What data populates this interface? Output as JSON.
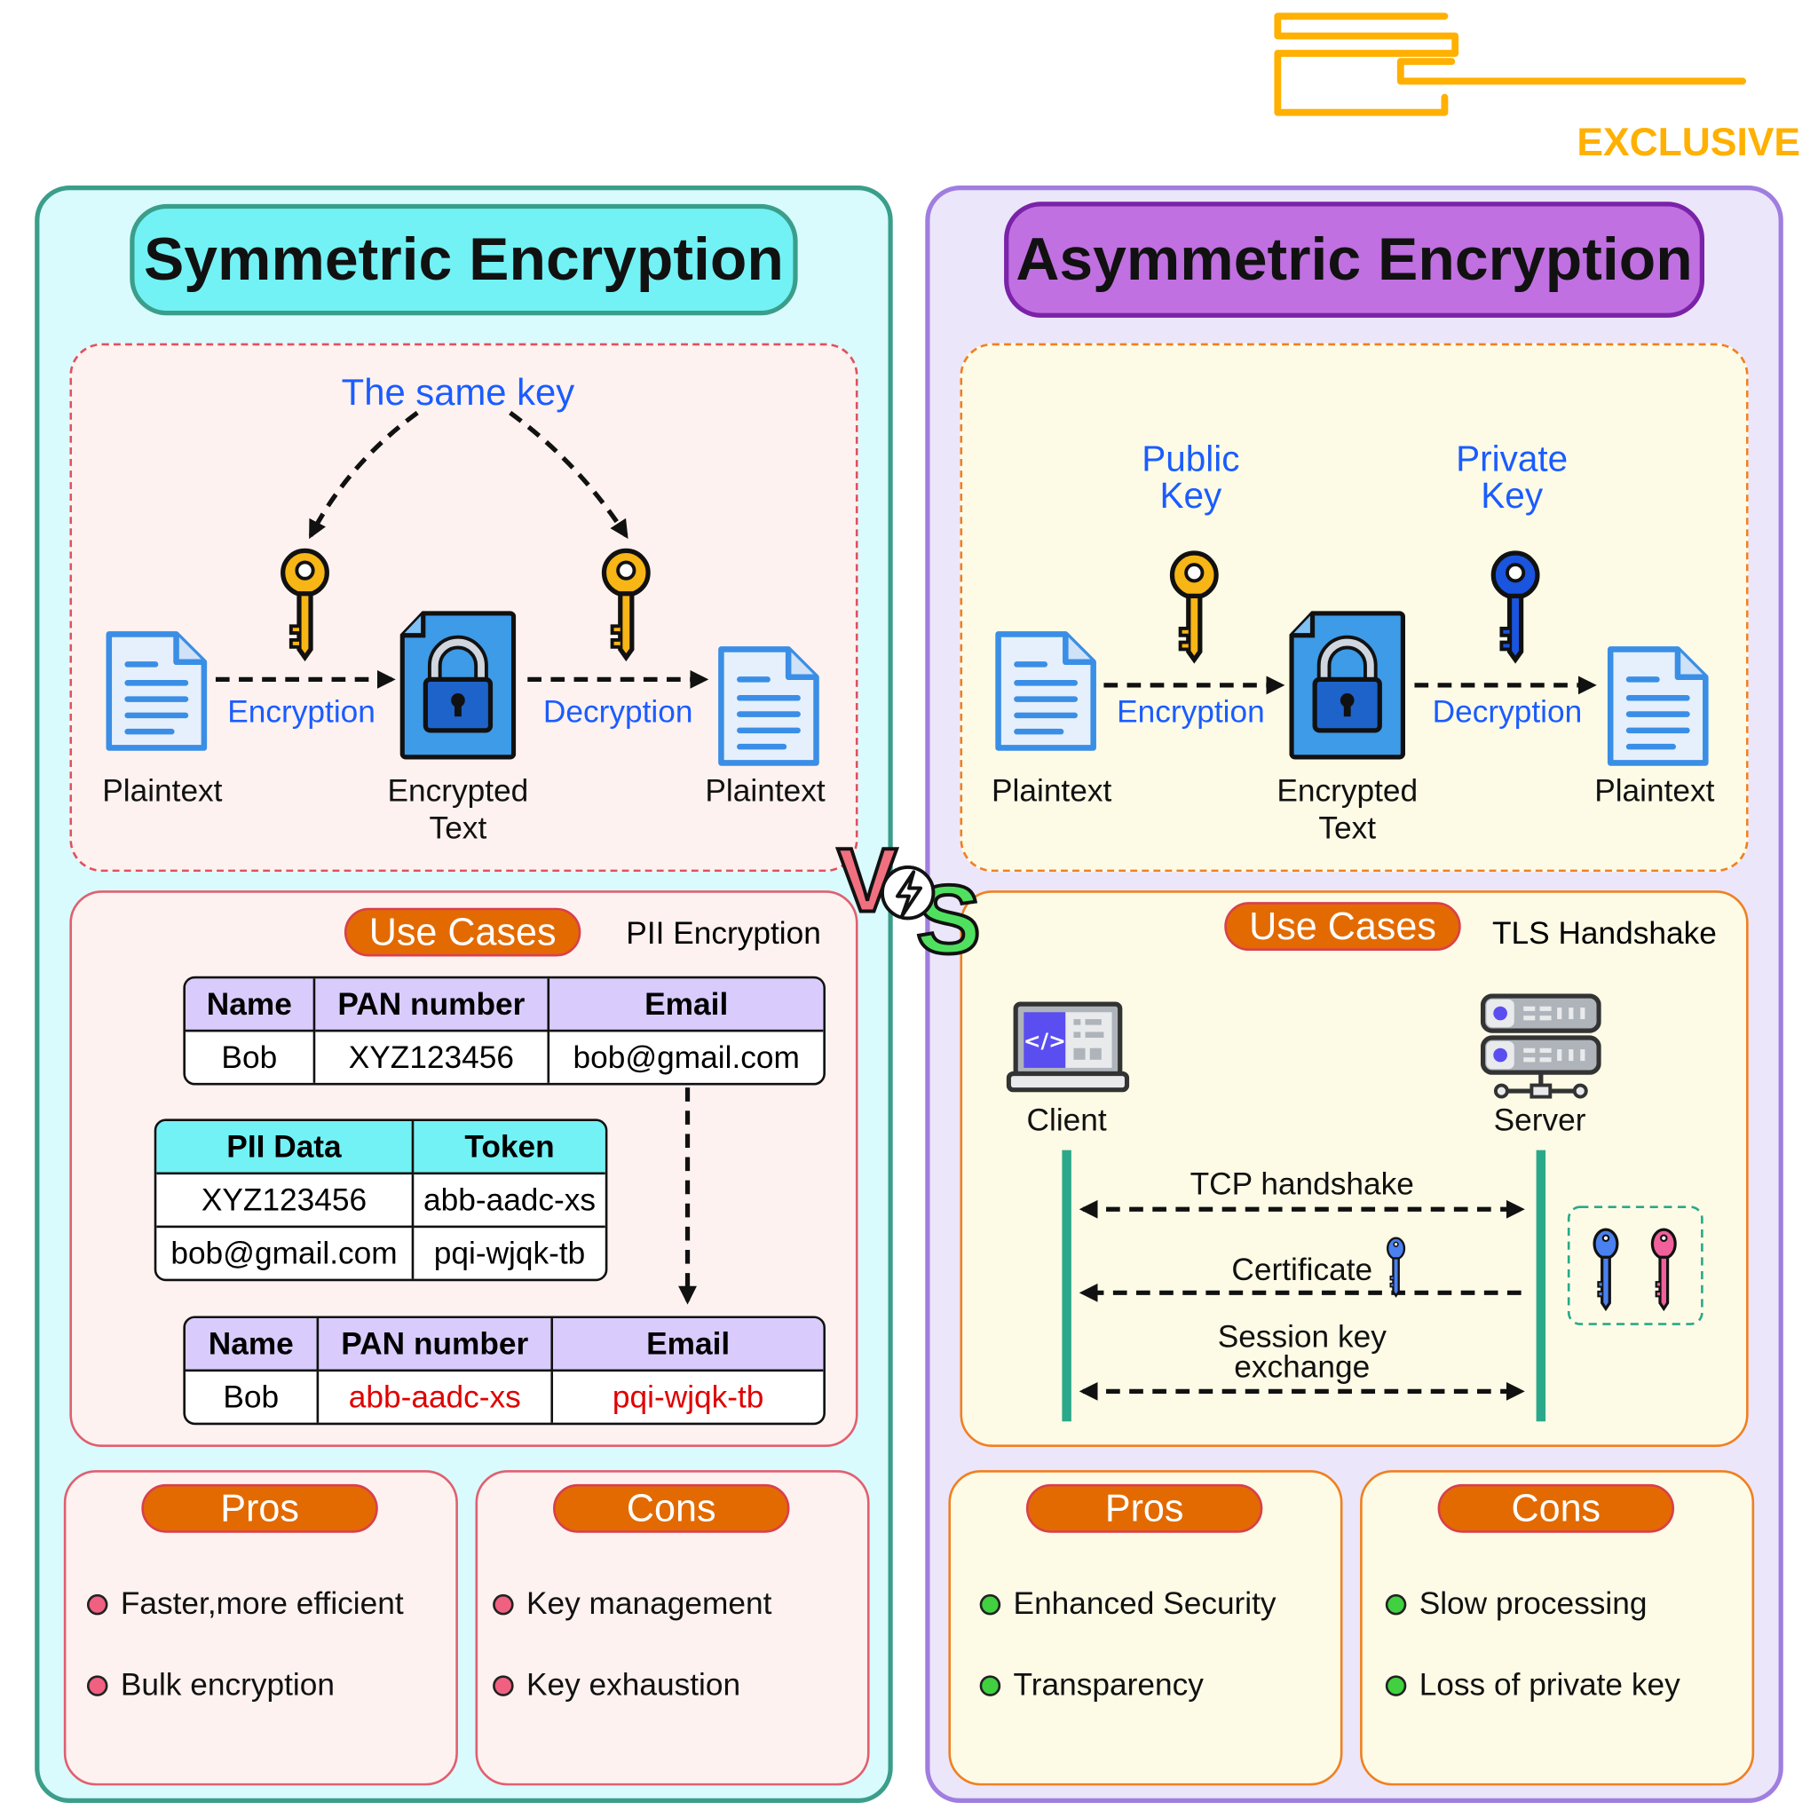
{
  "logo": {
    "text": "EXCLUSIVE",
    "color": "#ffb000"
  },
  "symmetric": {
    "title": "Symmetric Encryption",
    "diagram": {
      "key_label": "The same key",
      "encryption": "Encryption",
      "decryption": "Decryption",
      "plaintext_left": "Plaintext",
      "encrypted_line1": "Encrypted",
      "encrypted_line2": "Text",
      "plaintext_right": "Plaintext"
    },
    "use_cases": {
      "label": "Use Cases",
      "example": "PII Encryption",
      "table1": {
        "headers": [
          "Name",
          "PAN number",
          "Email"
        ],
        "row": [
          "Bob",
          "XYZ123456",
          "bob@gmail.com"
        ]
      },
      "token_table": {
        "headers": [
          "PII Data",
          "Token"
        ],
        "rows": [
          [
            "XYZ123456",
            "abb-aadc-xs"
          ],
          [
            "bob@gmail.com",
            "pqi-wjqk-tb"
          ]
        ]
      },
      "table2": {
        "headers": [
          "Name",
          "PAN number",
          "Email"
        ],
        "row": [
          "Bob",
          "abb-aadc-xs",
          "pqi-wjqk-tb"
        ]
      }
    },
    "pros": {
      "label": "Pros",
      "items": [
        "Faster,more efficient",
        "Bulk encryption"
      ]
    },
    "cons": {
      "label": "Cons",
      "items": [
        "Key management",
        "Key exhaustion"
      ]
    }
  },
  "vs": {
    "v": "V",
    "s": "S"
  },
  "asymmetric": {
    "title": "Asymmetric Encryption",
    "diagram": {
      "public_key_line1": "Public",
      "public_key_line2": "Key",
      "private_key_line1": "Private",
      "private_key_line2": "Key",
      "encryption": "Encryption",
      "decryption": "Decryption",
      "plaintext_left": "Plaintext",
      "encrypted_line1": "Encrypted",
      "encrypted_line2": "Text",
      "plaintext_right": "Plaintext"
    },
    "use_cases": {
      "label": "Use Cases",
      "example": "TLS Handshake",
      "client": "Client",
      "server": "Server",
      "tcp": "TCP handshake",
      "certificate": "Certificate",
      "session_line1": "Session key",
      "session_line2": "exchange"
    },
    "pros": {
      "label": "Pros",
      "items": [
        "Enhanced Security",
        "Transparency"
      ]
    },
    "cons": {
      "label": "Cons",
      "items": [
        "Slow processing",
        "Loss of private key"
      ]
    }
  },
  "colors": {
    "blue_text": "#1a5cff",
    "pill": "#e36a00",
    "sym_bg": "#d9fbfd",
    "asym_bg": "#ece6fb"
  }
}
